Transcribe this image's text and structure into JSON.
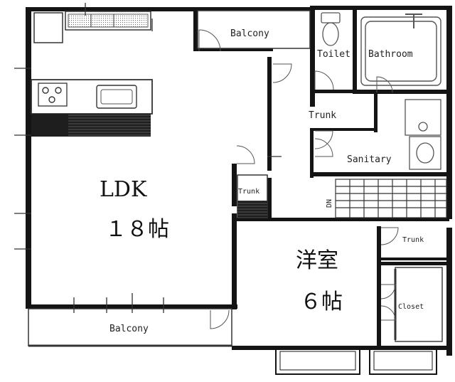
{
  "rooms": {
    "ldk": {
      "name": "LDK",
      "size": "１８帖"
    },
    "western": {
      "name": "洋室",
      "size": "６帖"
    },
    "balcony_top": "Balcony",
    "balcony_bottom": "Balcony",
    "toilet": "Toilet",
    "bathroom": "Bathroom",
    "trunk_upper": "Trunk",
    "sanitary": "Sanitary",
    "trunk_ldk": "Trunk",
    "trunk_western": "Trunk",
    "closet": "Closet",
    "stairs_dn": "DN"
  },
  "colors": {
    "wall": "#141414",
    "line": "#333333",
    "hatch": "#1e1e1e",
    "fixture": "#555555"
  }
}
